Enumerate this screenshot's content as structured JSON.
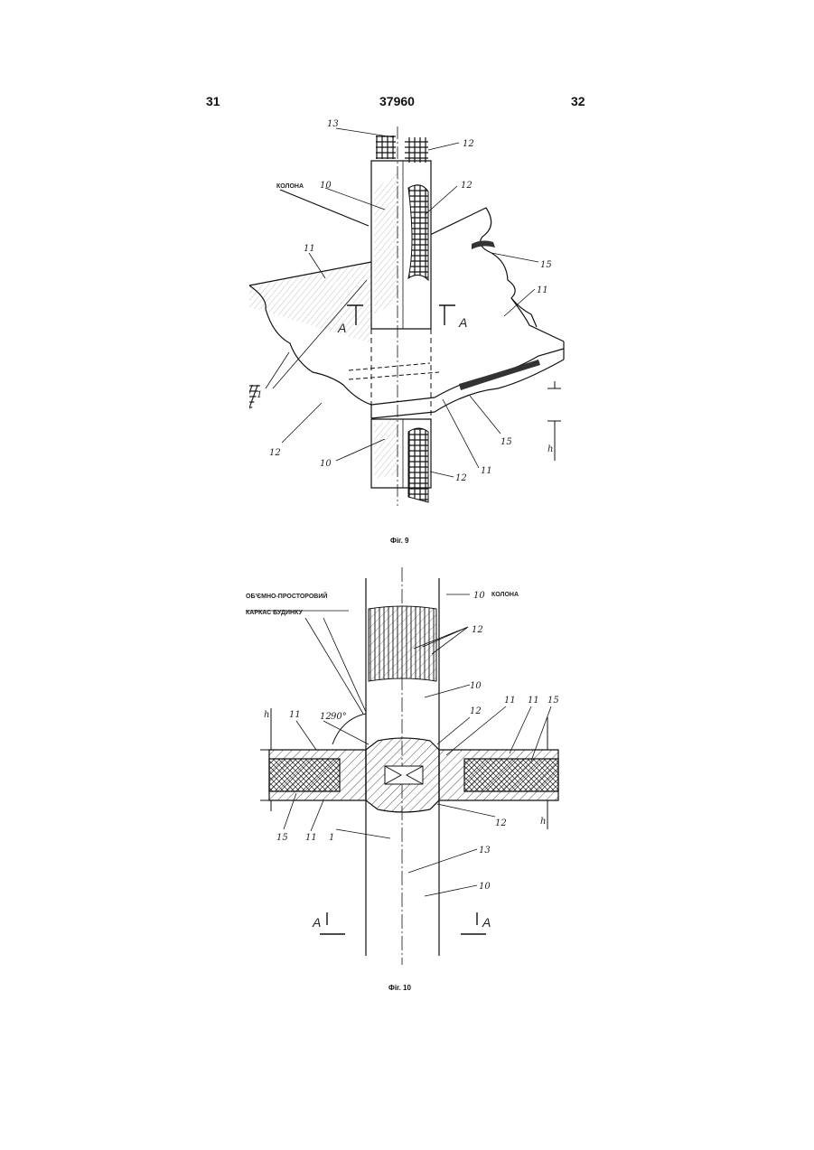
{
  "header": {
    "left_page": "31",
    "patent_number": "37960",
    "right_page": "32"
  },
  "figure9": {
    "caption": "Фіг. 9",
    "labels": {
      "column": "КОЛОНА",
      "n13": "13",
      "n12a": "12",
      "n12b": "12",
      "n10a": "10",
      "n11a": "11",
      "n15a": "15",
      "n11b": "11",
      "A_left": "A",
      "A_right": "A",
      "n1": "1",
      "n12c": "12",
      "n10b": "10",
      "n15b": "15",
      "n11c": "11",
      "n12d": "12",
      "h": "h"
    }
  },
  "figure10": {
    "caption": "Фіг. 10",
    "labels": {
      "frame_line1": "ОБ'ЄМНО-ПРОСТОРОВИЙ",
      "frame_line2": "КАРКАС БУДИНКУ",
      "column": "КОЛОНА",
      "n10a": "10",
      "n12a": "12",
      "n10b": "10",
      "angle": "90°",
      "h_left": "h",
      "n11a": "11",
      "n12b": "12",
      "n12c": "12",
      "n11b": "11",
      "n11c": "11",
      "n15a": "15",
      "n15b": "15",
      "n11d": "11",
      "n1": "1",
      "n12d": "12",
      "h_right": "h",
      "n13": "13",
      "n10c": "10",
      "A_left": "A",
      "A_right": "A"
    }
  }
}
